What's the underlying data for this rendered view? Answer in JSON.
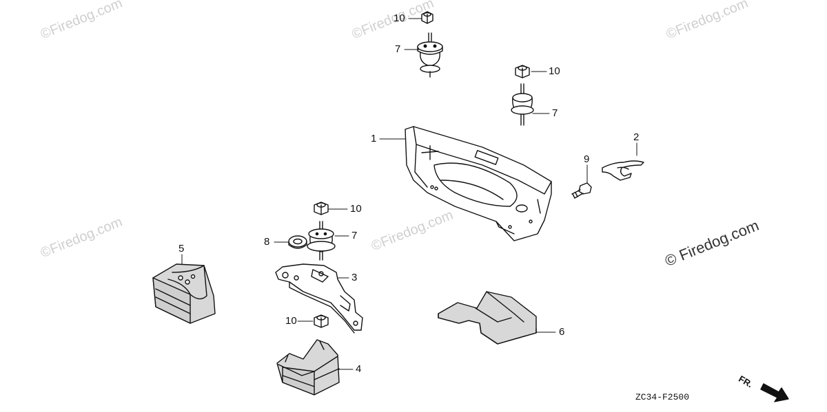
{
  "watermarks": {
    "light": "©Firedog.com",
    "dark": "© Firedog.com"
  },
  "callouts": {
    "c1": "1",
    "c2": "2",
    "c3": "3",
    "c4": "4",
    "c5": "5",
    "c6": "6",
    "c7a": "7",
    "c7b": "7",
    "c7c": "7",
    "c8": "8",
    "c9": "9",
    "c10a": "10",
    "c10b": "10",
    "c10c": "10",
    "c10d": "10"
  },
  "diagram_code": "ZC34-F2500",
  "direction_label": "FR.",
  "colors": {
    "ink": "#111111",
    "watermark": "#cfcfcf",
    "foam": "#d8d8d8"
  }
}
